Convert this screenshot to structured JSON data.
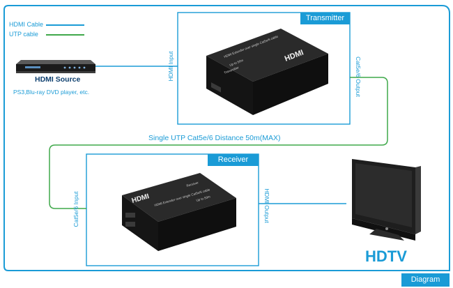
{
  "legend": {
    "hdmi_cable": "HDMI Cable",
    "utp_cable": "UTP cable",
    "hdmi_color": "#1a9bd6",
    "utp_color": "#3fa84a"
  },
  "source": {
    "title": "HDMI Source",
    "subtitle": "PS3,Blu-ray DVD player, etc."
  },
  "transmitter": {
    "tab": "Transmitter",
    "input_label": "HDMI Input",
    "output_label": "Cat5e/6 Output",
    "device_logo": "HDMI",
    "device_line1": "HDMI Extender over single Cat5e/6 cable",
    "device_line2": "Up to 50m",
    "device_line3": "Transmitter"
  },
  "cable": {
    "note": "Single UTP Cat5e/6    Distance 50m(MAX)"
  },
  "receiver": {
    "tab": "Receiver",
    "input_label": "Cat5e/6 Input",
    "output_label": "HDMI Output",
    "device_logo": "HDMI",
    "device_line1": "Receiver",
    "device_line2": "HDMI Extender over single Cat5e/6 cable",
    "device_line3": "Up to 50m"
  },
  "display": {
    "title": "HDTV"
  },
  "footer_tab": "Diagram",
  "colors": {
    "accent": "#1a9bd6",
    "utp": "#3fa84a",
    "device": "#1c1c1c"
  }
}
